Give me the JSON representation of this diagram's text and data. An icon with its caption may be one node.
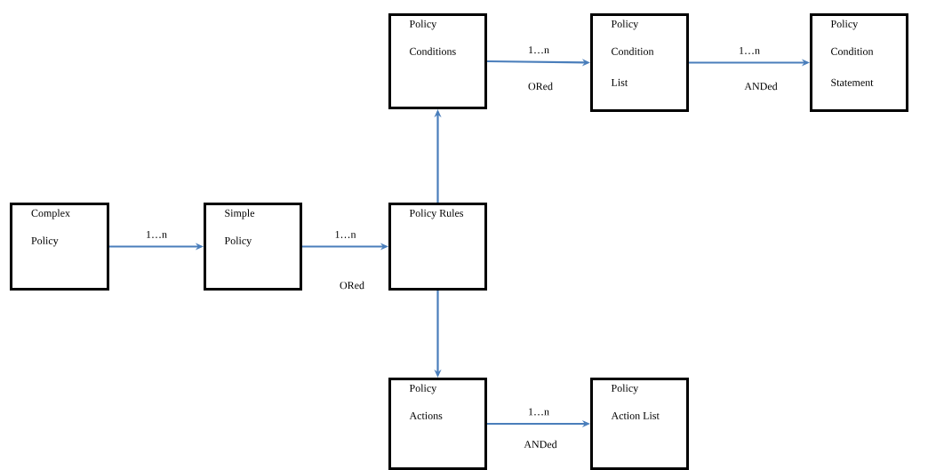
{
  "diagram": {
    "nodes": [
      {
        "text": [
          "Complex Policy"
        ]
      },
      {
        "text": [
          "Simple Policy"
        ]
      },
      {
        "text": [
          "Policy Rules"
        ]
      },
      {
        "text": [
          "Policy Conditions"
        ]
      },
      {
        "text": [
          "Policy Condition List"
        ]
      },
      {
        "text": [
          "Policy Condition Statement"
        ]
      },
      {
        "text": [
          "Policy Actions"
        ]
      },
      {
        "text": [
          "Policy Action List"
        ]
      }
    ],
    "edges": [
      {
        "from": 0,
        "to": 1,
        "arrow": "to",
        "label": "1…n"
      },
      {
        "from": 1,
        "to": 2,
        "arrow": "to",
        "label": "1…n"
      },
      {
        "from": 2,
        "to": 3,
        "arrow": "to"
      },
      {
        "from": 3,
        "to": 4,
        "arrow": "to",
        "label": "1…n"
      },
      {
        "from": 4,
        "to": 5,
        "arrow": "to",
        "label": "1…n"
      },
      {
        "from": 2,
        "to": 6,
        "arrow": "to"
      },
      {
        "from": 6,
        "to": 7,
        "arrow": "to",
        "label": "1…n"
      }
    ],
    "labels": [
      "ORed",
      "ORed",
      "ANDed",
      "ANDed"
    ]
  }
}
